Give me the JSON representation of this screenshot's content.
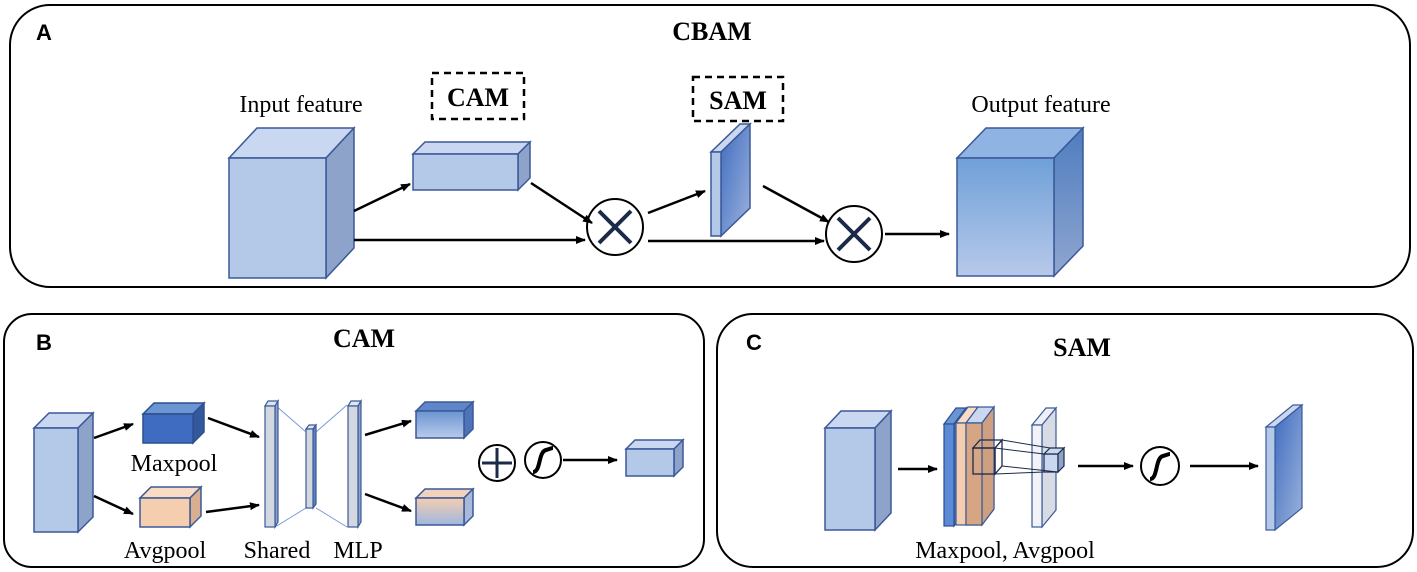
{
  "panels": {
    "a": {
      "letter": "A",
      "title": "CBAM"
    },
    "b": {
      "letter": "B",
      "title": "CAM"
    },
    "c": {
      "letter": "C",
      "title": "SAM"
    }
  },
  "labels": {
    "input_feature": "Input feature",
    "output_feature": "Output feature",
    "cam_box": "CAM",
    "sam_box": "SAM",
    "maxpool": "Maxpool",
    "avgpool": "Avgpool",
    "shared": "Shared",
    "mlp": "MLP",
    "maxpool_avgpool": "Maxpool, Avgpool"
  },
  "colors": {
    "cube_front": "#b4c8e8",
    "cube_side": "#8ea3c9",
    "cube_top": "#c9d8f0",
    "dark_blue": "#3f6cc0",
    "peach": "#f5ceb0",
    "outline": "#3b5998",
    "arrow": "#000000"
  },
  "icons": {
    "multiply": "multiply-circle-icon",
    "plus": "plus-circle-icon",
    "sigmoid": "sigmoid-icon"
  }
}
